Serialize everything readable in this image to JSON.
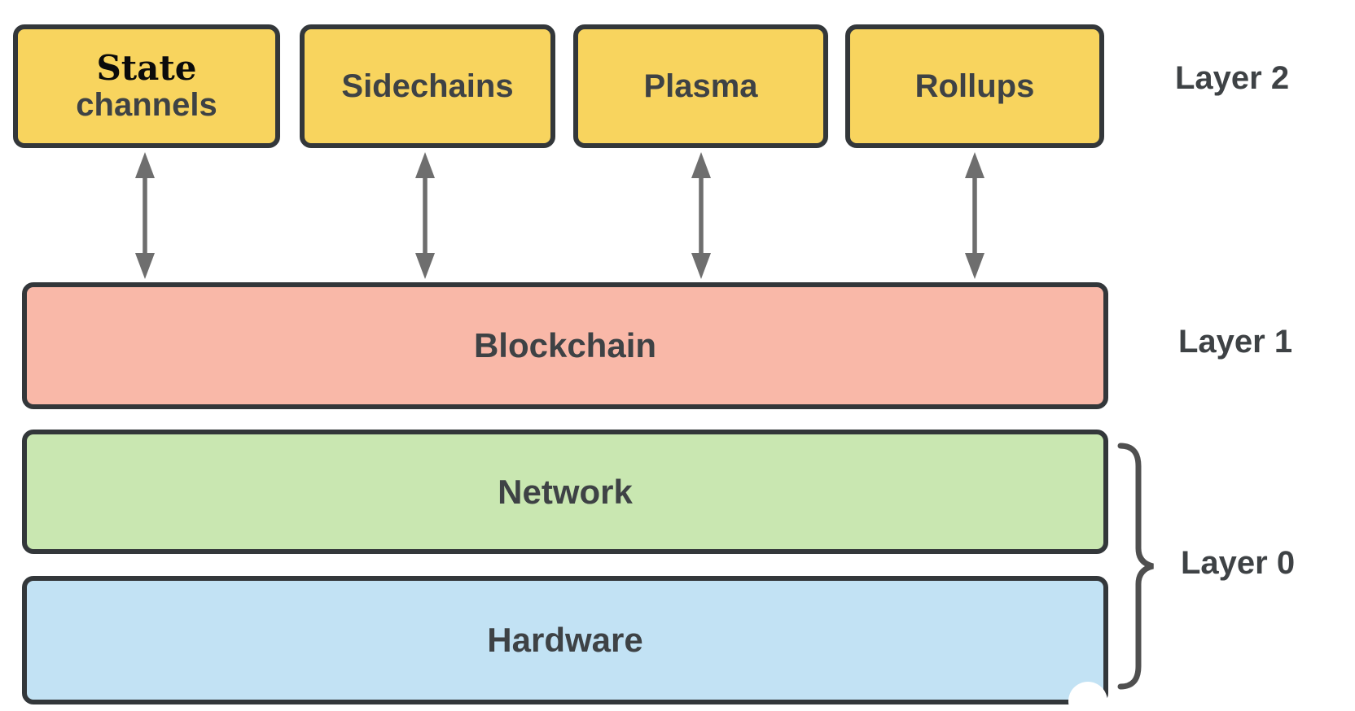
{
  "layer2": {
    "label": "Layer 2",
    "boxes": {
      "state_channels": {
        "line1": "State",
        "line2": "channels"
      },
      "sidechains": {
        "label": "Sidechains"
      },
      "plasma": {
        "label": "Plasma"
      },
      "rollups": {
        "label": "Rollups"
      }
    }
  },
  "layer1": {
    "label": "Layer 1",
    "blockchain": {
      "label": "Blockchain"
    }
  },
  "layer0": {
    "label": "Layer 0",
    "network": {
      "label": "Network"
    },
    "hardware": {
      "label": "Hardware"
    }
  },
  "colors": {
    "box_yellow": "#F8D45E",
    "box_pink": "#F9B8A8",
    "box_green": "#C9E7B1",
    "box_blue": "#C2E2F4",
    "box_border": "#33373A",
    "label_text": "#3E4245",
    "state_text": "#0B0B0B",
    "arrow_gray": "#6E6E6E",
    "brace_gray": "#4F4F4F",
    "background": "#FFFFFF"
  }
}
